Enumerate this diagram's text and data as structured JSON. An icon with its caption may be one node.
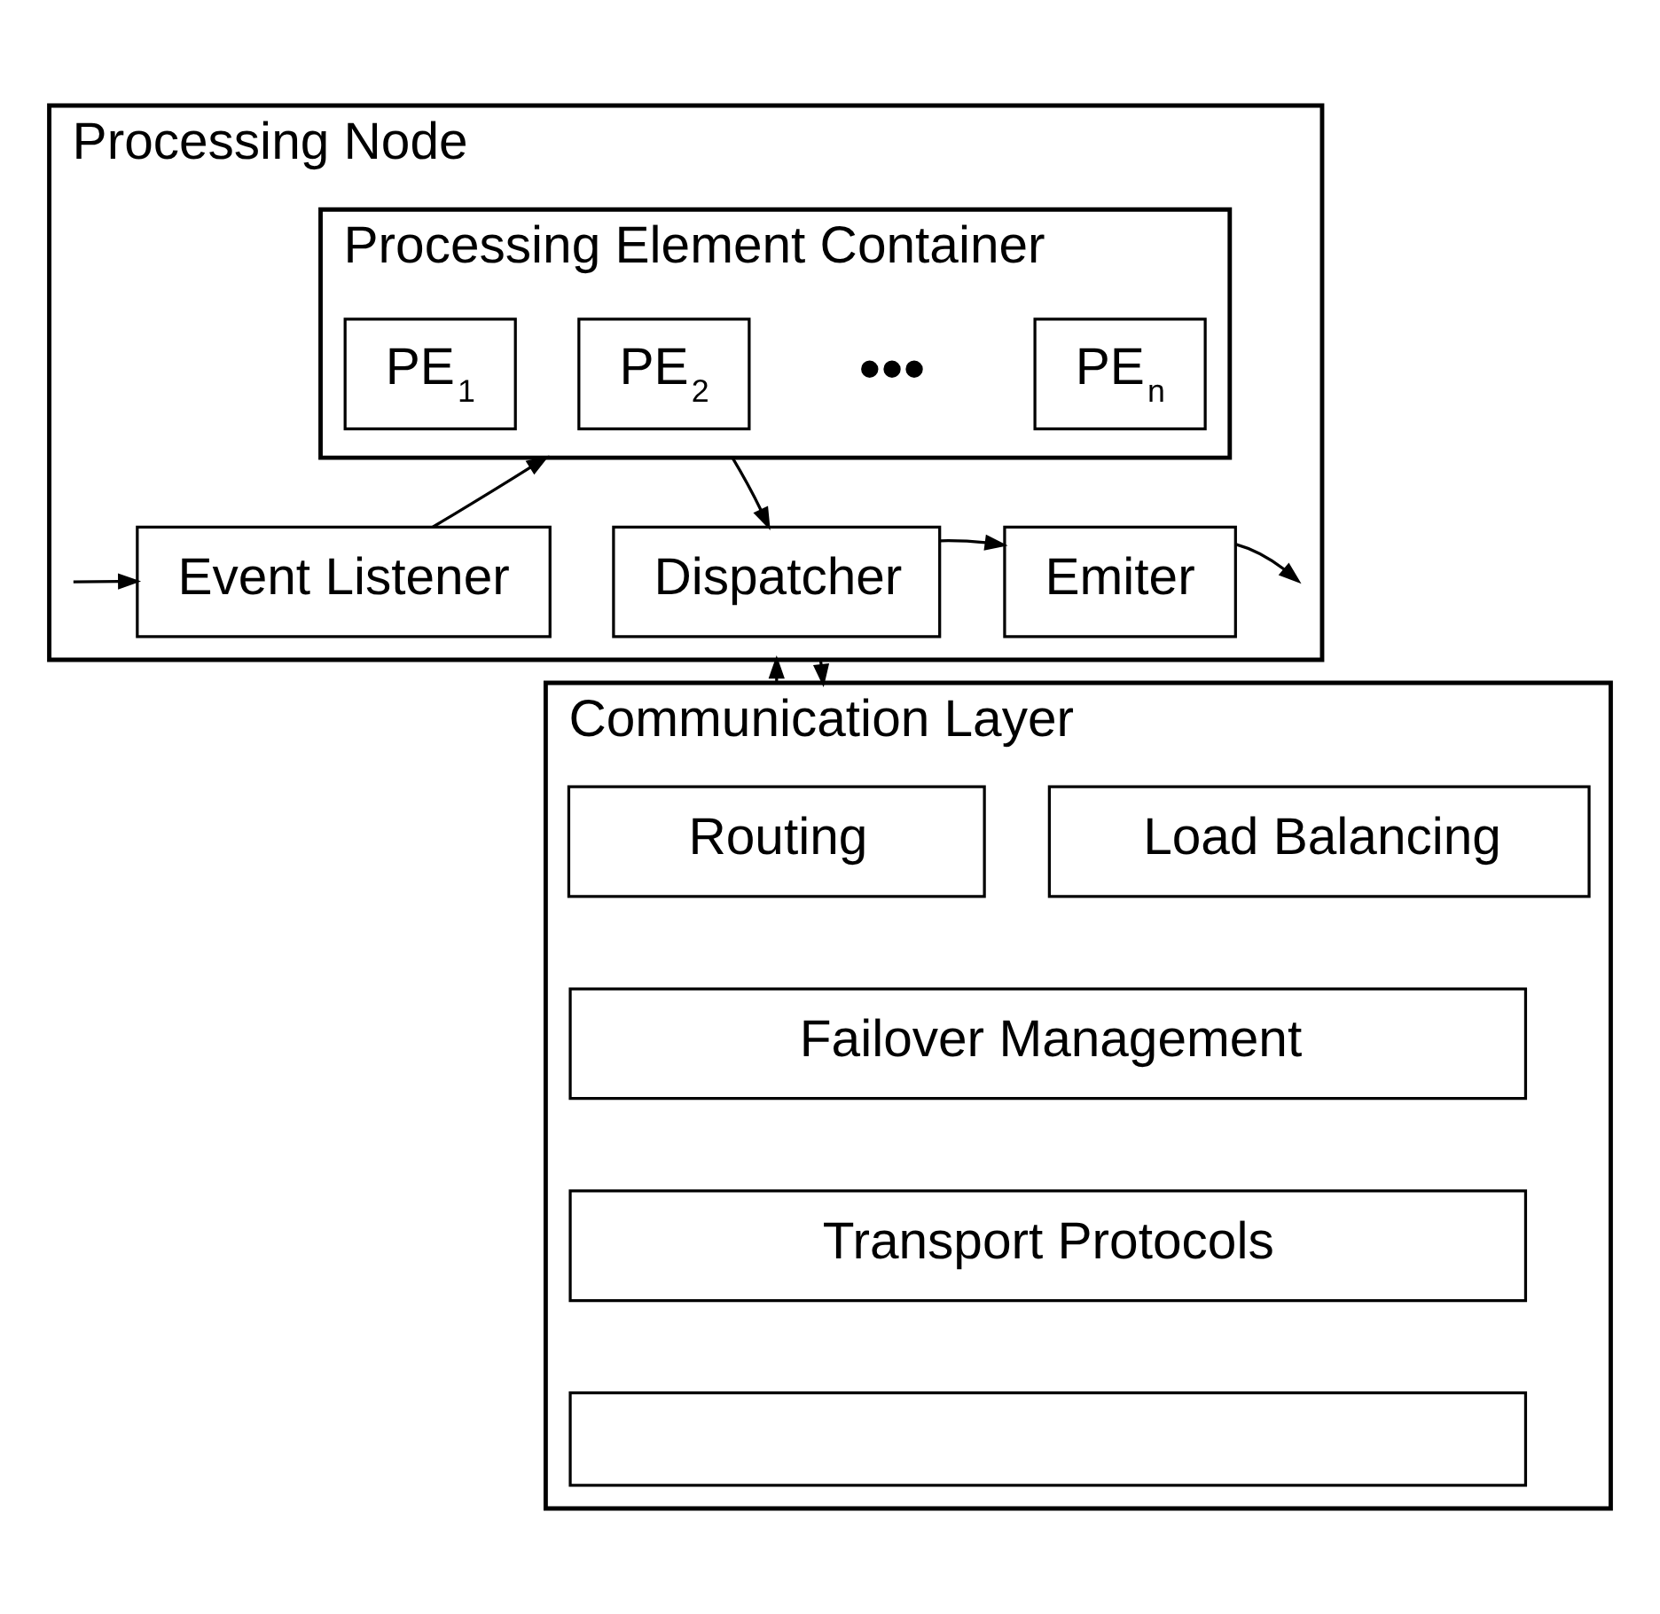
{
  "diagram": {
    "nodes": [
      {
        "text": [
          "Processing Node"
        ]
      },
      {
        "text": [
          "Processing Element Container"
        ],
        "in": 0
      },
      {
        "text": [
          "PE$_{1}$"
        ],
        "in": 1
      },
      {
        "text": [
          "PE$_{2}$"
        ],
        "in": 1
      },
      {
        "text": [
          "PE$_{n}$"
        ],
        "in": 1
      },
      {
        "text": [
          "Event Listener"
        ],
        "in": 0
      },
      {
        "text": [
          "Dispatcher"
        ],
        "in": 0
      },
      {
        "text": [
          "Emiter"
        ],
        "in": 0
      },
      {
        "text": [
          "Communication Layer"
        ]
      },
      {
        "text": [
          "Routing"
        ],
        "in": 8
      },
      {
        "text": [
          "Load Balancing"
        ],
        "in": 8
      },
      {
        "text": [
          "Failover Management"
        ],
        "in": 8
      },
      {
        "text": [
          "Transport Protocols"
        ],
        "in": 8
      },
      {
        "text": [],
        "shape": "box",
        "in": 8
      }
    ],
    "edges": [
      {
        "from": null,
        "to": 5,
        "arrow": "to"
      },
      {
        "from": 5,
        "to": 1,
        "arrow": "to"
      },
      {
        "from": 1,
        "to": 6,
        "arrow": "to"
      },
      {
        "from": 6,
        "to": 7,
        "arrow": "to"
      },
      {
        "from": 7,
        "to": null,
        "arrow": "to"
      },
      {
        "from": 8,
        "to": 0,
        "arrow": "to"
      },
      {
        "from": 0,
        "to": 8,
        "arrow": "to"
      }
    ],
    "labels": [
      "•••"
    ]
  }
}
